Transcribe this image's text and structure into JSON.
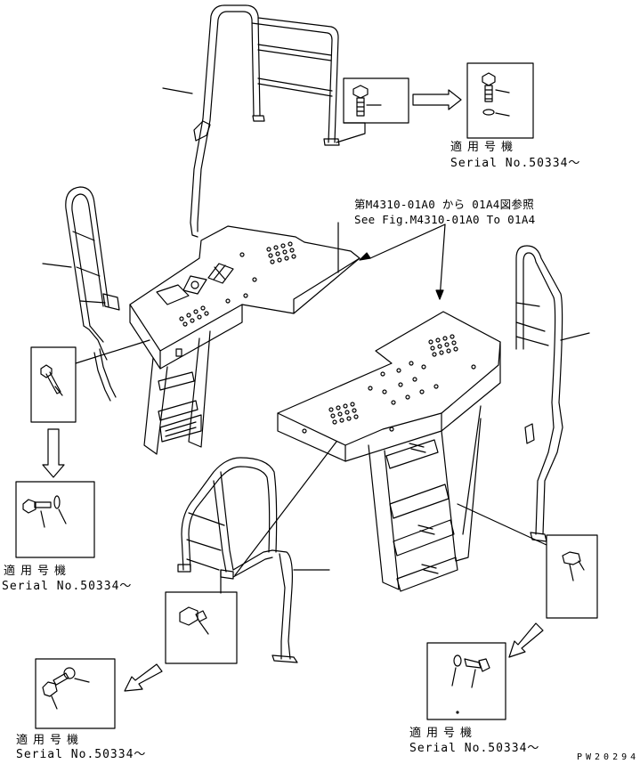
{
  "labels": {
    "applicable_jp": "適用号機",
    "serial": "Serial No.50334〜"
  },
  "reference": {
    "line_jp": "第M4310-01A0 から 01A4図参照",
    "line_en": "See Fig.M4310-01A0 To 01A4"
  },
  "drawing_code": "PW20294",
  "colors": {
    "ink": "#000000",
    "paper": "#ffffff"
  }
}
